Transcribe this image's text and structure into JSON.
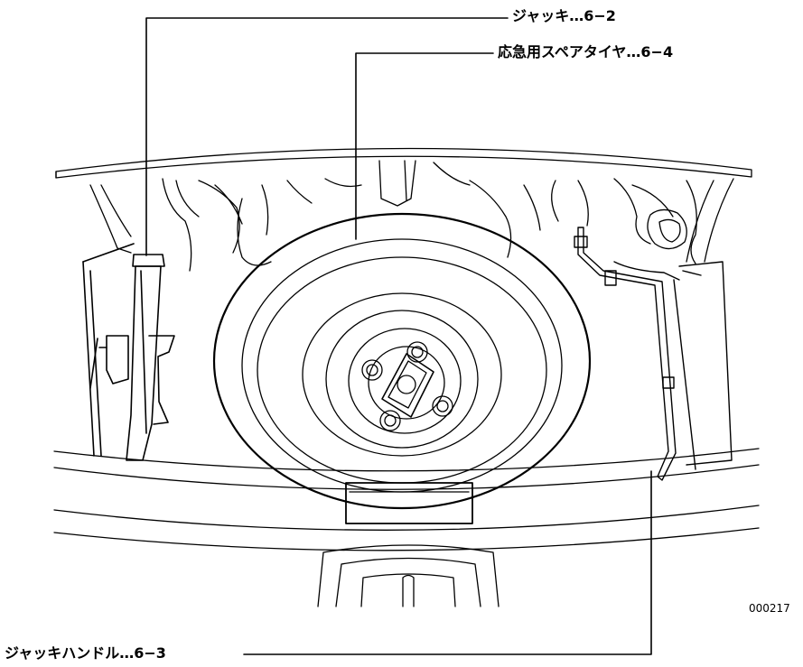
{
  "callouts": {
    "jack": "ジャッキ…6−2",
    "spare_tire": "応急用スペアタイヤ…6−4",
    "jack_handle": "ジャッキハンドル…6−3"
  },
  "figure_code": "000217",
  "colors": {
    "line": "#000000",
    "background": "#ffffff"
  }
}
